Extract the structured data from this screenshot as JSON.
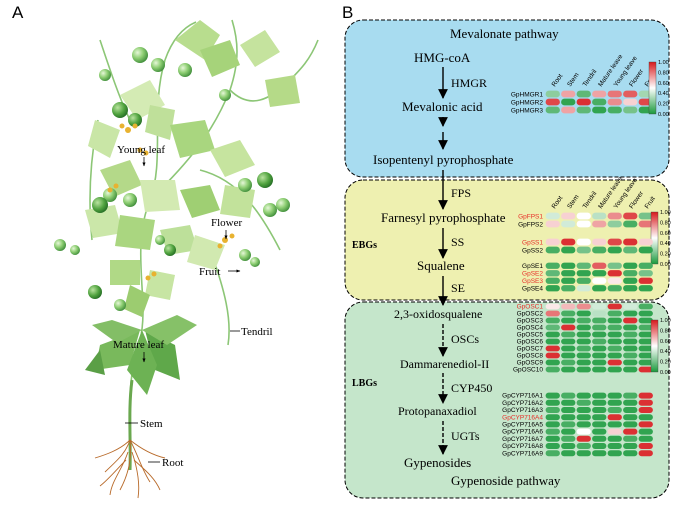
{
  "panel_a": {
    "letter": "A",
    "labels": {
      "young_leaf": "Young leaf",
      "flower": "Flower",
      "fruit": "Fruit",
      "tendril": "Tendril",
      "mature_leaf": "Mature leaf",
      "stem": "Stem",
      "root": "Root"
    }
  },
  "panel_b": {
    "letter": "B",
    "mva": {
      "title": "Mevalonate pathway",
      "hmgcoa": "HMG-coA",
      "hmgr": "HMGR",
      "mva_acid": "Mevalonic acid",
      "ipp": "Isopentenyl pyrophosphate"
    },
    "ebgs": {
      "tag": "EBGs",
      "fps": "FPS",
      "fpp": "Farnesyl pyrophosphate",
      "ss": "SS",
      "squalene": "Squalene",
      "se": "SE"
    },
    "lbgs": {
      "tag": "LBGs",
      "oxido": "2,3-oxidosqualene",
      "oscs": "OSCs",
      "dammarenediol": "Dammarenediol-II",
      "cyp450": "CYP450",
      "protopanaxadiol": "Protopanaxadiol",
      "ugts": "UGTs",
      "gypenosides": "Gypenosides",
      "title": "Gypenoside pathway"
    },
    "tissues": [
      "Root",
      "Stem",
      "Tendril",
      "Mature leave",
      "Young leave",
      "Flower",
      "Fruit"
    ],
    "colors": {
      "low": "#1a9a3c",
      "mid": "#ffffff",
      "high": "#d7191c"
    },
    "legend_ticks": [
      "1.00",
      "0.80",
      "0.60",
      "0.40",
      "0.20",
      "0.00"
    ],
    "heatmaps": {
      "hmgr": {
        "genes": [
          {
            "name": "GpHMGR1",
            "red": false
          },
          {
            "name": "GpHMGR2",
            "red": false
          },
          {
            "name": "GpHMGR3",
            "red": false
          }
        ],
        "values": [
          [
            0.25,
            0.7,
            0.15,
            0.7,
            0.8,
            0.85,
            0.3
          ],
          [
            0.9,
            0.05,
            0.95,
            0.1,
            0.75,
            0.6,
            0.9
          ],
          [
            0.15,
            0.7,
            0.15,
            0.05,
            0.1,
            0.2,
            0.05
          ]
        ]
      },
      "fps": {
        "genes": [
          {
            "name": "GpFPS1",
            "red": true
          },
          {
            "name": "GpFPS2",
            "red": false
          }
        ],
        "values": [
          [
            0.4,
            0.6,
            0.5,
            0.35,
            0.75,
            0.9,
            0.2
          ],
          [
            0.6,
            0.4,
            0.5,
            0.7,
            0.25,
            0.1,
            0.8
          ]
        ]
      },
      "ss": {
        "genes": [
          {
            "name": "GpSS1",
            "red": true
          },
          {
            "name": "GpSS2",
            "red": false
          }
        ],
        "values": [
          [
            0.6,
            0.95,
            0.5,
            0.6,
            0.9,
            0.95,
            0.6
          ],
          [
            0.1,
            0.05,
            0.2,
            0.1,
            0.05,
            0.15,
            0.05
          ]
        ]
      },
      "se": {
        "genes": [
          {
            "name": "GpSE1",
            "red": false
          },
          {
            "name": "GpSE2",
            "red": true
          },
          {
            "name": "GpSE3",
            "red": true
          },
          {
            "name": "GpSE4",
            "red": false
          }
        ],
        "values": [
          [
            0.1,
            0.05,
            0.15,
            0.85,
            0.2,
            0.05,
            0.1
          ],
          [
            0.15,
            0.05,
            0.05,
            0.05,
            0.95,
            0.1,
            0.2
          ],
          [
            0.1,
            0.05,
            0.1,
            0.5,
            0.55,
            0.05,
            0.95
          ],
          [
            0.05,
            0.1,
            0.4,
            0.05,
            0.1,
            0.05,
            0.05
          ]
        ]
      },
      "osc": {
        "genes": [
          {
            "name": "GpOSC1",
            "red": true
          },
          {
            "name": "GpOSC2",
            "red": false
          },
          {
            "name": "GpOSC3",
            "red": false
          },
          {
            "name": "GpOSC4",
            "red": false
          },
          {
            "name": "GpOSC5",
            "red": false
          },
          {
            "name": "GpOSC6",
            "red": false
          },
          {
            "name": "GpOSC7",
            "red": false
          },
          {
            "name": "GpOSC8",
            "red": false
          },
          {
            "name": "GpOSC9",
            "red": false
          },
          {
            "name": "GpOSC10",
            "red": false
          }
        ],
        "values": [
          [
            0.55,
            0.65,
            0.75,
            0.4,
            0.95,
            0.4,
            0.1
          ],
          [
            0.8,
            0.1,
            0.05,
            0.35,
            0.1,
            0.05,
            0.05
          ],
          [
            0.1,
            0.05,
            0.1,
            0.1,
            0.05,
            0.95,
            0.05
          ],
          [
            0.15,
            0.95,
            0.05,
            0.1,
            0.1,
            0.05,
            0.1
          ],
          [
            0.05,
            0.1,
            0.05,
            0.05,
            0.05,
            0.1,
            0.05
          ],
          [
            0.05,
            0.05,
            0.05,
            0.1,
            0.05,
            0.05,
            0.05
          ],
          [
            0.95,
            0.05,
            0.1,
            0.05,
            0.1,
            0.05,
            0.05
          ],
          [
            0.95,
            0.05,
            0.05,
            0.05,
            0.05,
            0.1,
            0.05
          ],
          [
            0.05,
            0.1,
            0.05,
            0.05,
            0.95,
            0.05,
            0.05
          ],
          [
            0.1,
            0.05,
            0.05,
            0.05,
            0.05,
            0.05,
            0.95
          ]
        ]
      },
      "cyp": {
        "genes": [
          {
            "name": "GpCYP716A1",
            "red": false
          },
          {
            "name": "GpCYP716A2",
            "red": false
          },
          {
            "name": "GpCYP716A3",
            "red": false
          },
          {
            "name": "GpCYP716A4",
            "red": true
          },
          {
            "name": "GpCYP716A5",
            "red": false
          },
          {
            "name": "GpCYP716A6",
            "red": false
          },
          {
            "name": "GpCYP716A7",
            "red": false
          },
          {
            "name": "GpCYP716A8",
            "red": false
          },
          {
            "name": "GpCYP716A9",
            "red": false
          }
        ],
        "values": [
          [
            0.05,
            0.1,
            0.05,
            0.05,
            0.05,
            0.1,
            0.95
          ],
          [
            0.05,
            0.05,
            0.1,
            0.05,
            0.05,
            0.05,
            0.95
          ],
          [
            0.1,
            0.05,
            0.05,
            0.05,
            0.1,
            0.05,
            0.95
          ],
          [
            0.05,
            0.05,
            0.05,
            0.05,
            0.95,
            0.05,
            0.05
          ],
          [
            0.05,
            0.1,
            0.05,
            0.05,
            0.05,
            0.05,
            0.95
          ],
          [
            0.1,
            0.05,
            0.5,
            0.05,
            0.6,
            0.95,
            0.05
          ],
          [
            0.05,
            0.1,
            0.95,
            0.05,
            0.05,
            0.1,
            0.05
          ],
          [
            0.05,
            0.05,
            0.1,
            0.05,
            0.05,
            0.05,
            0.95
          ],
          [
            0.1,
            0.05,
            0.05,
            0.05,
            0.05,
            0.05,
            0.95
          ]
        ]
      }
    }
  }
}
